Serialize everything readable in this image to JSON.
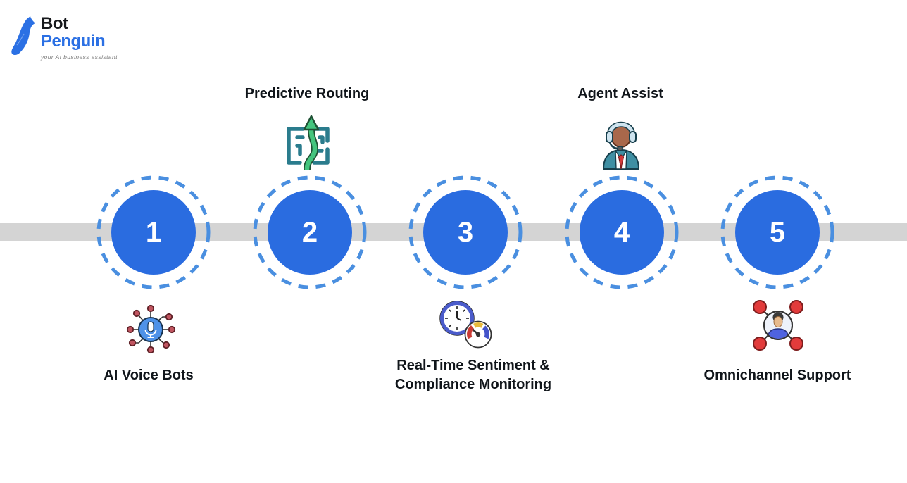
{
  "logo": {
    "bot": "Bot",
    "penguin": "Penguin",
    "tagline": "your AI business assistant",
    "brand_blue": "#2b70e4"
  },
  "colors": {
    "circle_blue": "#2a6ce0",
    "dashed_ring_blue": "#4a8fe0",
    "band_gray": "#d4d4d4",
    "label_dark": "#10151a"
  },
  "timeline": {
    "steps": [
      {
        "number": "1",
        "label": "AI Voice Bots",
        "icon": "mic-network-icon",
        "label_position": "below"
      },
      {
        "number": "2",
        "label": "Predictive Routing",
        "icon": "maze-arrow-icon",
        "label_position": "above"
      },
      {
        "number": "3",
        "label": "Real-Time Sentiment &\nCompliance Monitoring",
        "icon": "clock-gauge-icon",
        "label_position": "below"
      },
      {
        "number": "4",
        "label": "Agent Assist",
        "icon": "agent-headset-icon",
        "label_position": "above"
      },
      {
        "number": "5",
        "label": "Omnichannel Support",
        "icon": "person-network-icon",
        "label_position": "below"
      }
    ]
  }
}
